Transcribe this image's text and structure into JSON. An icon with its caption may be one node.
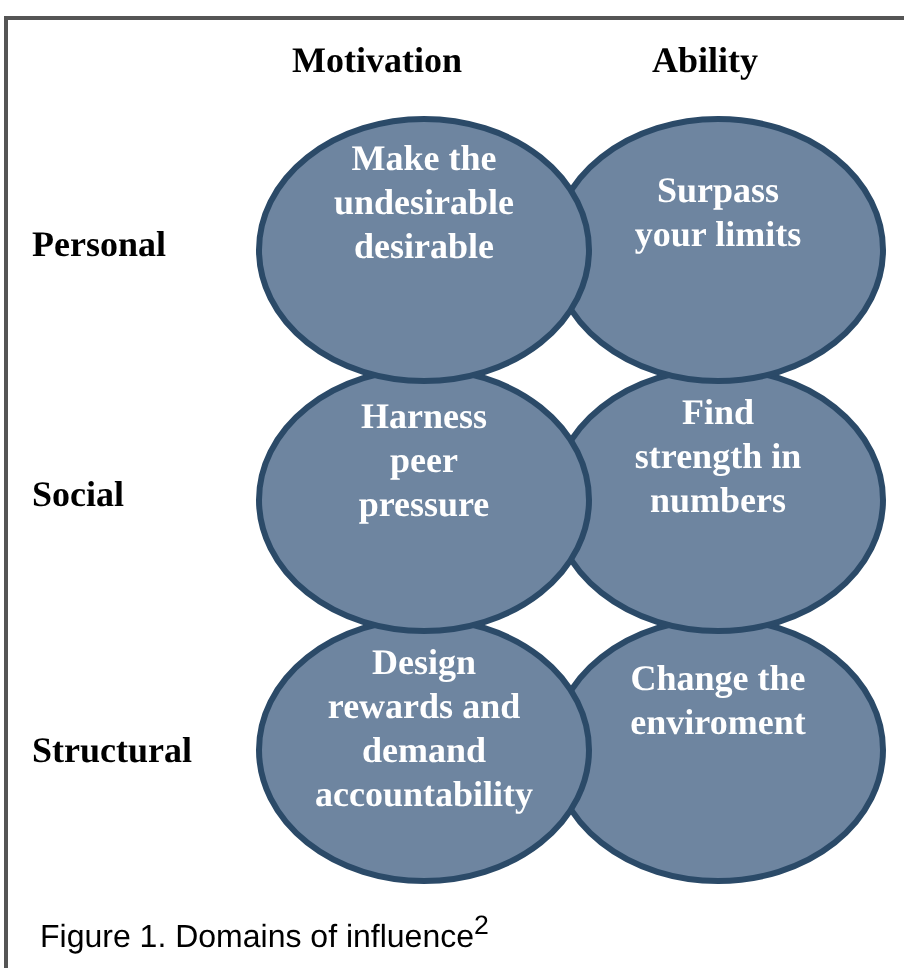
{
  "diagram": {
    "caption": "Figure 1. Domains of influence$^{2}$",
    "nodes": [
      {
        "text": [
          "Make the undesirable desirable"
        ]
      },
      {
        "text": [
          "Surpass your limits"
        ]
      },
      {
        "text": [
          "Harness peer pressure"
        ]
      },
      {
        "text": [
          "Find strength in numbers"
        ]
      },
      {
        "text": [
          "Design rewards and demand accountability"
        ]
      },
      {
        "text": [
          "Change the enviroment"
        ]
      }
    ],
    "labels": [
      "Motivation",
      "Ability",
      "Personal",
      "Social",
      "Structural"
    ]
  }
}
